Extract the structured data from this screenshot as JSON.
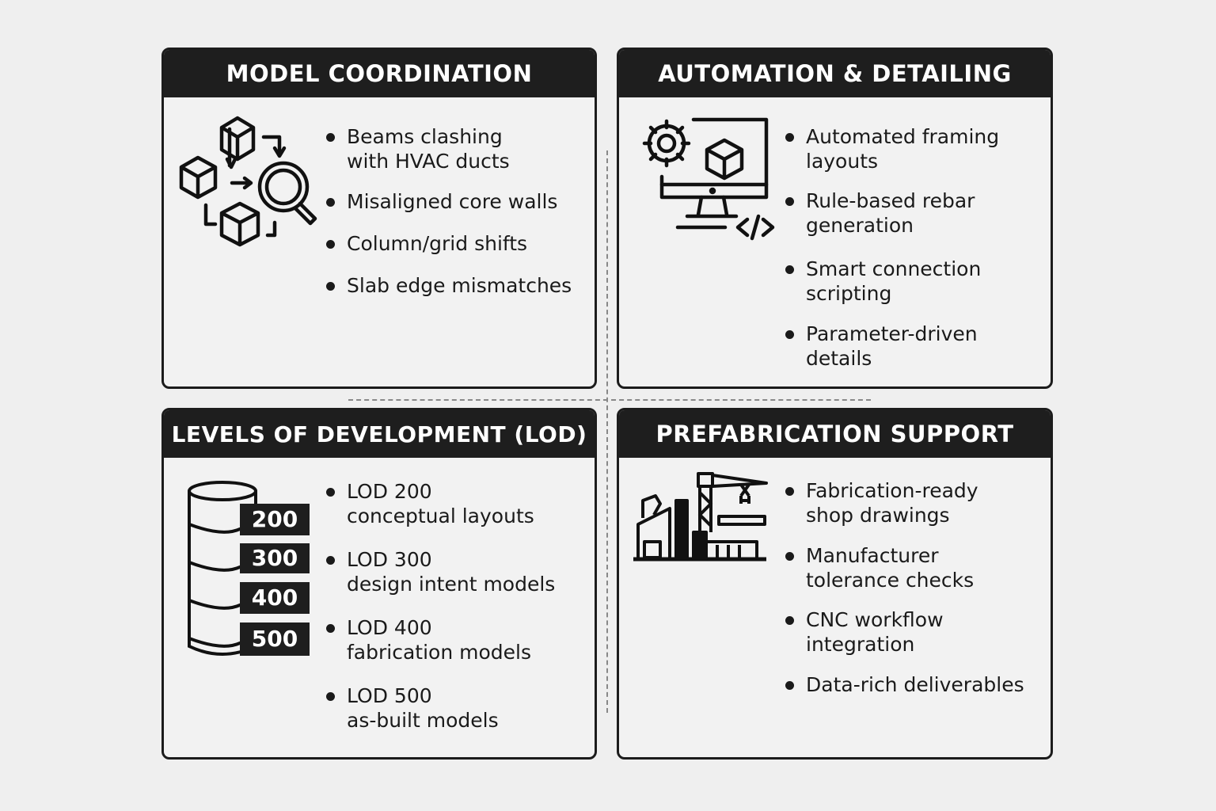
{
  "panels": {
    "model_coordination": {
      "title": "MODEL COORDINATION",
      "icon": "cubes-magnifier-icon",
      "items": [
        [
          "Beams clashing",
          "with HVAC ducts"
        ],
        [
          "Misaligned core walls"
        ],
        [
          "Column/grid shifts"
        ],
        [
          "Slab edge mismatches"
        ]
      ]
    },
    "automation": {
      "title": "AUTOMATION & DETAILING",
      "icon": "gear-monitor-code-icon",
      "items": [
        [
          "Automated framing",
          "layouts"
        ],
        [
          "Rule-based rebar",
          "generation"
        ],
        [
          "Smart connection",
          "scripting"
        ],
        [
          "Parameter-driven",
          "details"
        ]
      ]
    },
    "lod": {
      "title": "LEVELS OF DEVELOPMENT (LOD)",
      "icon": "database-stack-icon",
      "labels": [
        "200",
        "300",
        "400",
        "500"
      ],
      "items": [
        [
          "LOD 200",
          "conceptual layouts"
        ],
        [
          "LOD 300",
          "design intent models"
        ],
        [
          "LOD 400",
          "fabrication models"
        ],
        [
          "LOD 500",
          "as-built models"
        ]
      ]
    },
    "prefab": {
      "title": "PREFABRICATION SUPPORT",
      "icon": "factory-crane-icon",
      "items": [
        [
          "Fabrication-ready",
          "shop drawings"
        ],
        [
          "Manufacturer",
          "tolerance checks"
        ],
        [
          "CNC workflow",
          "integration"
        ],
        [
          "Data-rich deliverables"
        ]
      ]
    }
  }
}
